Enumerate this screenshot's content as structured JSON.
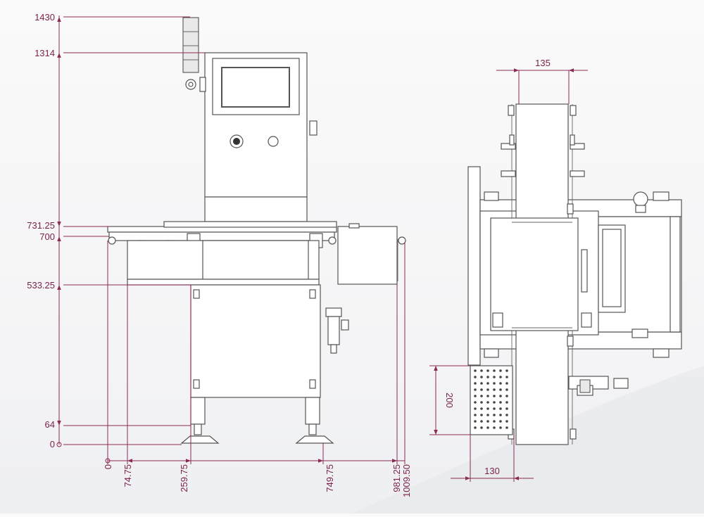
{
  "front_view": {
    "height_labels": [
      "1430",
      "1314",
      "731.25",
      "700",
      "533.25",
      "64",
      "0"
    ],
    "width_labels": [
      "0",
      "74.75",
      "259.75",
      "749.75",
      "981.25",
      "1009.50"
    ]
  },
  "top_view": {
    "labels": [
      "135",
      "200",
      "130"
    ]
  },
  "colors": {
    "dimension": "#8b2a55",
    "machine": "#555555"
  }
}
